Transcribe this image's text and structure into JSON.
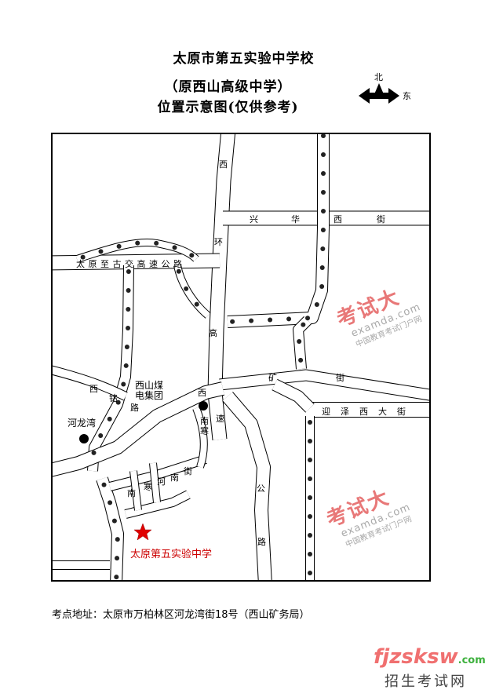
{
  "header": {
    "title": "太原市第五实验中学校",
    "subtitle": "（原西山高级中学）",
    "caption": "位置示意图(仅供参考)"
  },
  "compass": {
    "north": "北",
    "east": "东"
  },
  "map": {
    "roads": {
      "xihuan_1": "西",
      "xihuan_2": "环",
      "xihuan_3": "高",
      "xinghua": [
        "兴",
        "华",
        "西",
        "街"
      ],
      "gujiao": "太原至古交高速公路",
      "kuang": [
        "矿",
        "街"
      ],
      "yingze": [
        "迎",
        "泽",
        "西",
        "大",
        "街"
      ],
      "gong": [
        "公",
        "路"
      ],
      "ximing": [
        "西",
        "铭",
        "路"
      ],
      "nanhan_left": [
        "南",
        "寒",
        "河",
        "南",
        "街"
      ],
      "xisu": [
        "西",
        "速"
      ],
      "nanhan_right": [
        "南",
        "寒"
      ]
    },
    "places": {
      "xishan": [
        "西山煤",
        "电集团"
      ],
      "helongwan": "河龙湾",
      "school": "太原第五实验中学"
    },
    "colors": {
      "school": "#cc0000",
      "road": "#000000"
    }
  },
  "address": "考点地址：太原市万柏林区河龙湾街18号（西山矿务局）",
  "watermark": {
    "brand": "考试大",
    "domain": "examda.com",
    "slogan": "中国教育考试门户网"
  },
  "logo": {
    "main": "fjzsksw",
    "tld": ".com",
    "sub": "招生考试网"
  }
}
